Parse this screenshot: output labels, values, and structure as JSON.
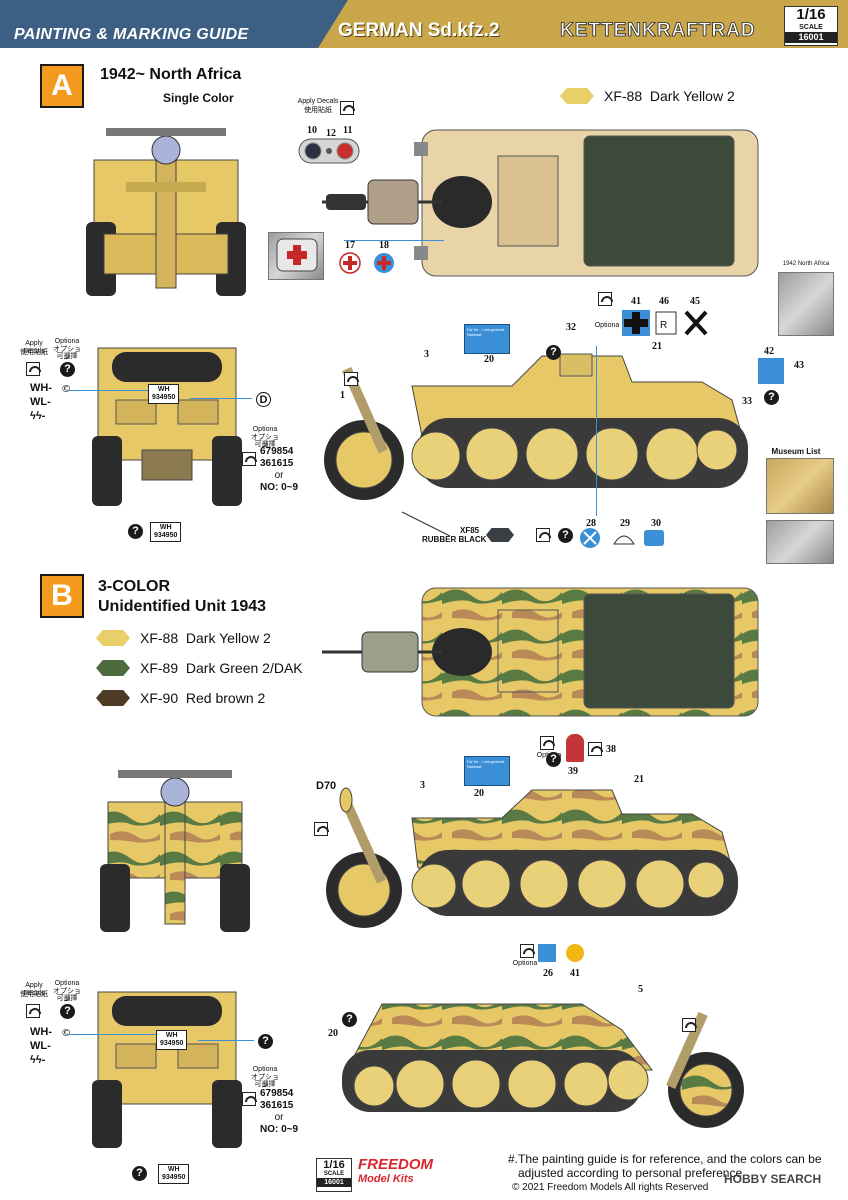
{
  "header": {
    "title": "PAINTING & MARKING GUIDE",
    "model": "GERMAN Sd.kfz.2",
    "name": "KETTENKRAFTRAD",
    "scale": "1/16",
    "scale_label": "SCALE",
    "code": "16001"
  },
  "section_a": {
    "badge": "A",
    "title": "1942~ North Africa",
    "subtitle": "Single Color",
    "paint": {
      "code": "XF-88",
      "name": "Dark Yellow 2",
      "color": "#e8cf6a"
    },
    "apply_decals": "Apply Decals",
    "apply_decals_jp": "使用貼紙",
    "optional": "Optiona",
    "optional_jp": "オプション",
    "optional_jp2": "可選擇",
    "gauge_numbers": [
      "10",
      "12",
      "11"
    ],
    "cross_numbers": [
      "17",
      "18"
    ],
    "marking_numbers": {
      "n1": "1",
      "n3": "3",
      "n20": "20",
      "n21": "21",
      "n32": "32",
      "n33": "33",
      "n41": "41",
      "n46": "46",
      "n45": "45",
      "n42": "42",
      "n43": "43",
      "n28": "28",
      "n29": "29",
      "n30": "30"
    },
    "wh_lines": [
      "WH-",
      "WL-",
      "ϟϟ-"
    ],
    "plate_text": "WH\n934950",
    "plate_top": "WH",
    "plate_bottom": "934950",
    "number_list": [
      "679854",
      "361615",
      "or",
      "NO: 0~9"
    ],
    "tire_code": "XF85",
    "tire_name": "RUBBER BLACK",
    "photo_label": "1942 North Africa",
    "museum_label": "Museum List"
  },
  "section_b": {
    "badge": "B",
    "title_line1": "3-COLOR",
    "title_line2": "Unidentified Unit  1943",
    "paints": [
      {
        "code": "XF-88",
        "name": "Dark Yellow 2",
        "color": "#e8cf6a"
      },
      {
        "code": "XF-89",
        "name": "Dark Green 2/DAK",
        "color": "#4d6b3c"
      },
      {
        "code": "XF-90",
        "name": "Red brown 2",
        "color": "#4d3b25"
      }
    ],
    "d70": "D70",
    "marking_numbers": {
      "n3": "3",
      "n20": "20",
      "n21": "21",
      "n38": "38",
      "n39": "39",
      "n26": "26",
      "n41": "41",
      "n5": "5",
      "n20b": "20"
    },
    "apply_decals": "Apply Decals",
    "apply_decals_jp": "使用貼紙",
    "optional": "Optiona",
    "optional_jp": "オプション",
    "optional_jp2": "可選擇",
    "wh_lines": [
      "WH-",
      "WL-",
      "ϟϟ-"
    ],
    "plate_top": "WH",
    "plate_bottom": "934950",
    "number_list": [
      "679854",
      "361615",
      "or",
      "NO: 0~9"
    ]
  },
  "footer": {
    "note_line1": "#.The painting guide is for reference, and the colors can be",
    "note_line2": "adjusted according to personal preference.",
    "copyright": "© 2021 Freedom Models All rights Reserved",
    "logo_line1": "FREEDOM",
    "logo_line2": "Model Kits",
    "scale": "1/16",
    "scale_label": "SCALE",
    "code": "16001",
    "watermark": "HOBBY SEARCH"
  }
}
